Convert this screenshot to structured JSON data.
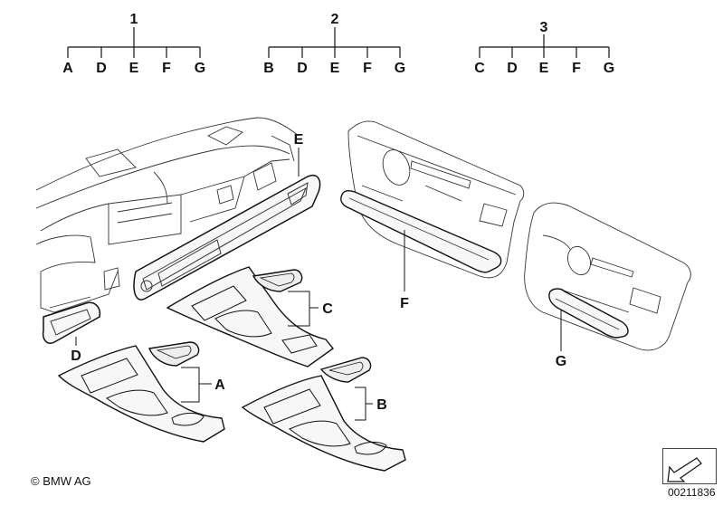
{
  "groups": [
    {
      "number": "1",
      "items": [
        "A",
        "D",
        "E",
        "F",
        "G"
      ]
    },
    {
      "number": "2",
      "items": [
        "B",
        "D",
        "E",
        "F",
        "G"
      ]
    },
    {
      "number": "3",
      "items": [
        "C",
        "D",
        "E",
        "F",
        "G"
      ]
    }
  ],
  "callouts": {
    "A": "A",
    "B": "B",
    "C": "C",
    "D": "D",
    "E": "E",
    "F": "F",
    "G": "G"
  },
  "footer": {
    "copyright": "© BMW AG",
    "doc_number": "00211836"
  }
}
